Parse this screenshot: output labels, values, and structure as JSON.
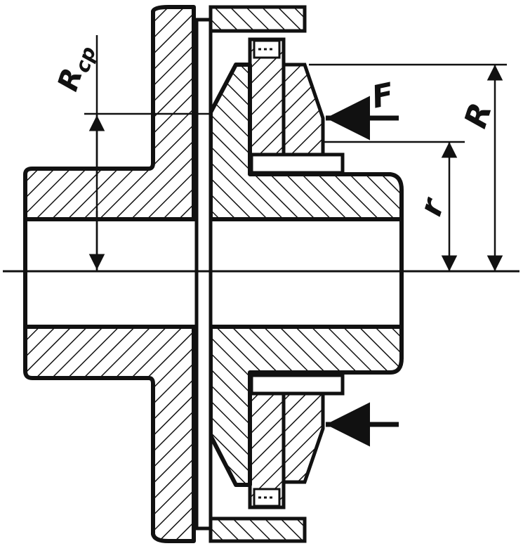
{
  "labels": {
    "R_cp_main": "R",
    "R_cp_sub": "cp",
    "F": "F",
    "R": "R",
    "r": "r"
  },
  "colors": {
    "ink": "#111111",
    "paper": "#ffffff"
  }
}
